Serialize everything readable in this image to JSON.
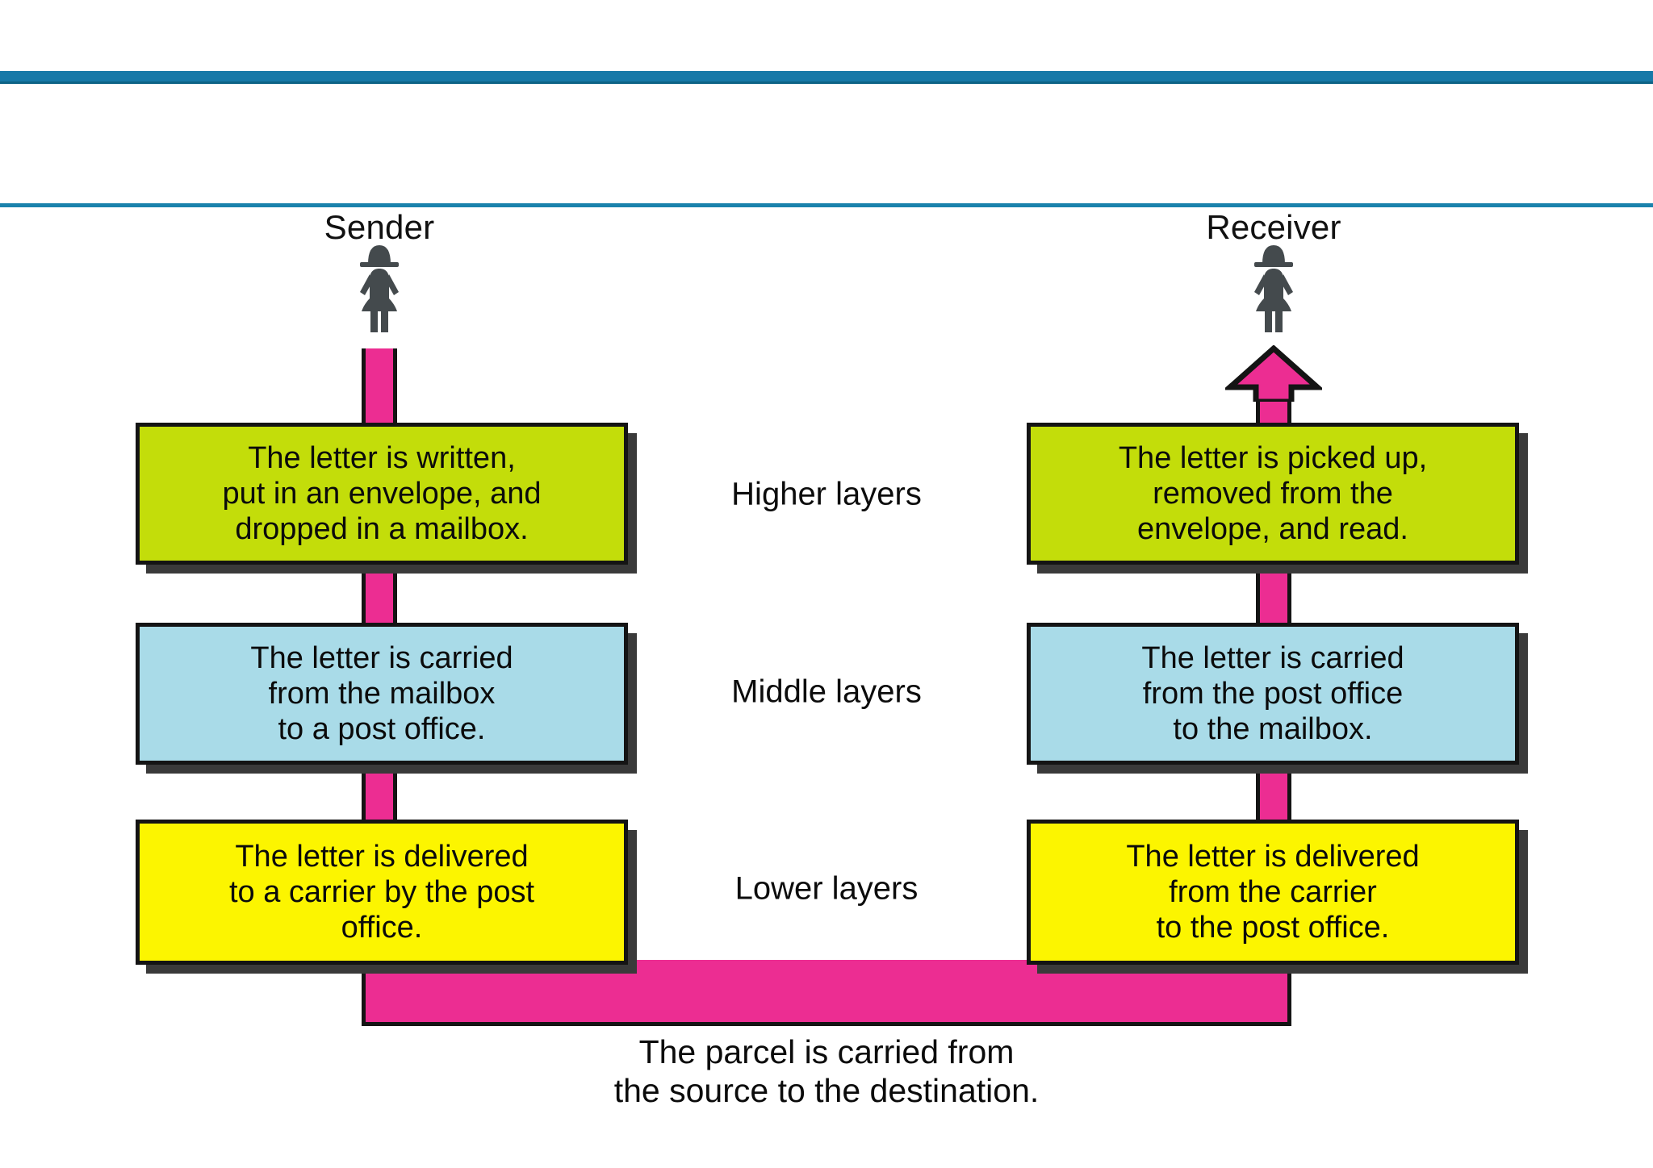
{
  "decor": {
    "top_rule_color": "#1779a8",
    "thin_rule_color": "#1a82ac"
  },
  "diagram": {
    "title_sender": "Sender",
    "title_receiver": "Receiver",
    "flow_color": "#ec2d92",
    "outline_color": "#141414",
    "person_icon_color": "#444a4d",
    "layers": [
      {
        "caption": "Higher layers",
        "color": "#c3dd0a",
        "color_name": "green",
        "sender_text": "The letter is written,\nput in an envelope, and\ndropped in a mailbox.",
        "receiver_text": "The letter is picked up,\nremoved from the\nenvelope, and read."
      },
      {
        "caption": "Middle layers",
        "color": "#a9dbe8",
        "color_name": "blue",
        "sender_text": "The letter is carried\nfrom the mailbox\nto a post office.",
        "receiver_text": "The letter is carried\nfrom the post office\nto the mailbox."
      },
      {
        "caption": "Lower layers",
        "color": "#fcf500",
        "color_name": "yellow",
        "sender_text": "The letter is delivered\nto a carrier by the post\noffice.",
        "receiver_text": "The letter is delivered\nfrom the carrier\nto the post office."
      }
    ],
    "bottom_caption": "The parcel is carried from\nthe source to the destination."
  }
}
